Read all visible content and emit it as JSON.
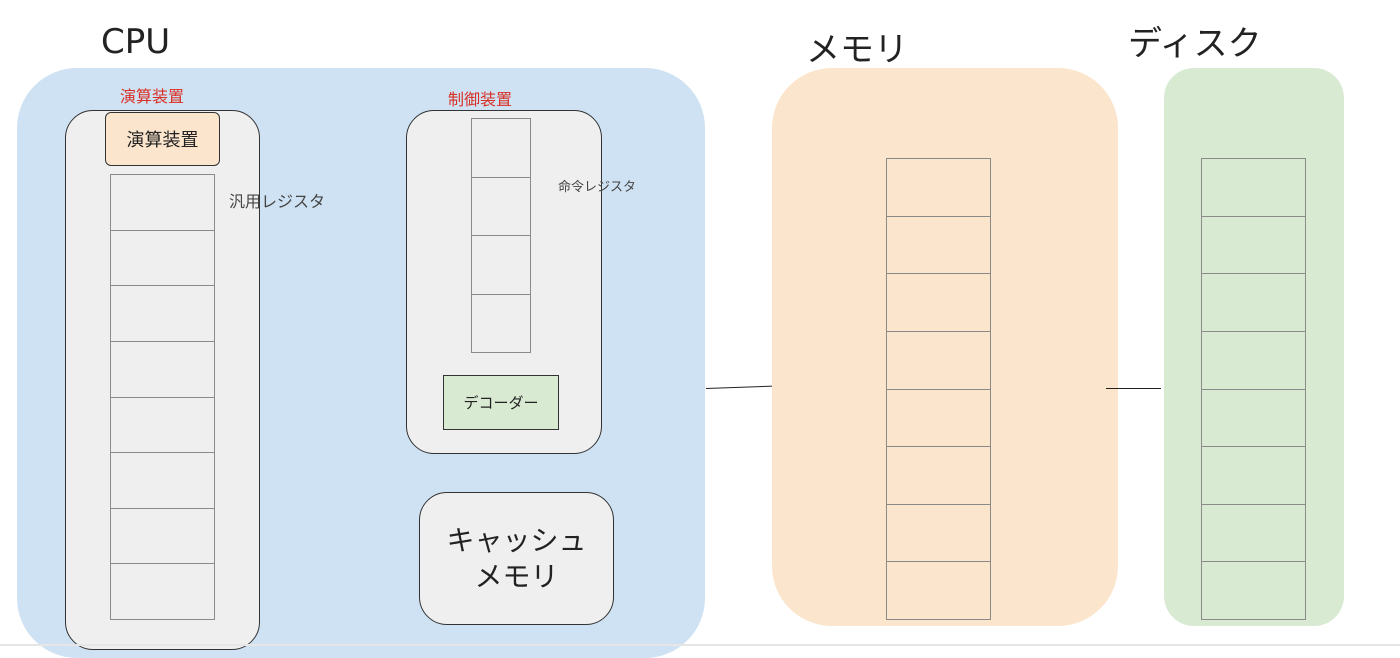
{
  "cpu": {
    "title": "CPU",
    "color": "#cfe2f3",
    "alu_label": "演算装置",
    "alu_box_label": "演算装置",
    "alu_box_color": "#fce5cd",
    "general_register_label": "汎用レジスタ",
    "general_register_cells": 8,
    "control_label": "制御装置",
    "instruction_register_label": "命令レジスタ",
    "instruction_register_cells": 4,
    "decoder_label": "デコーダー",
    "decoder_color": "#d9ead3",
    "cache_line1": "キャッシュ",
    "cache_line2": "メモリ"
  },
  "memory": {
    "title": "メモリ",
    "color": "#fce5cd",
    "cells": 8
  },
  "disk": {
    "title": "ディスク",
    "color": "#d9ead3",
    "cells": 8
  }
}
